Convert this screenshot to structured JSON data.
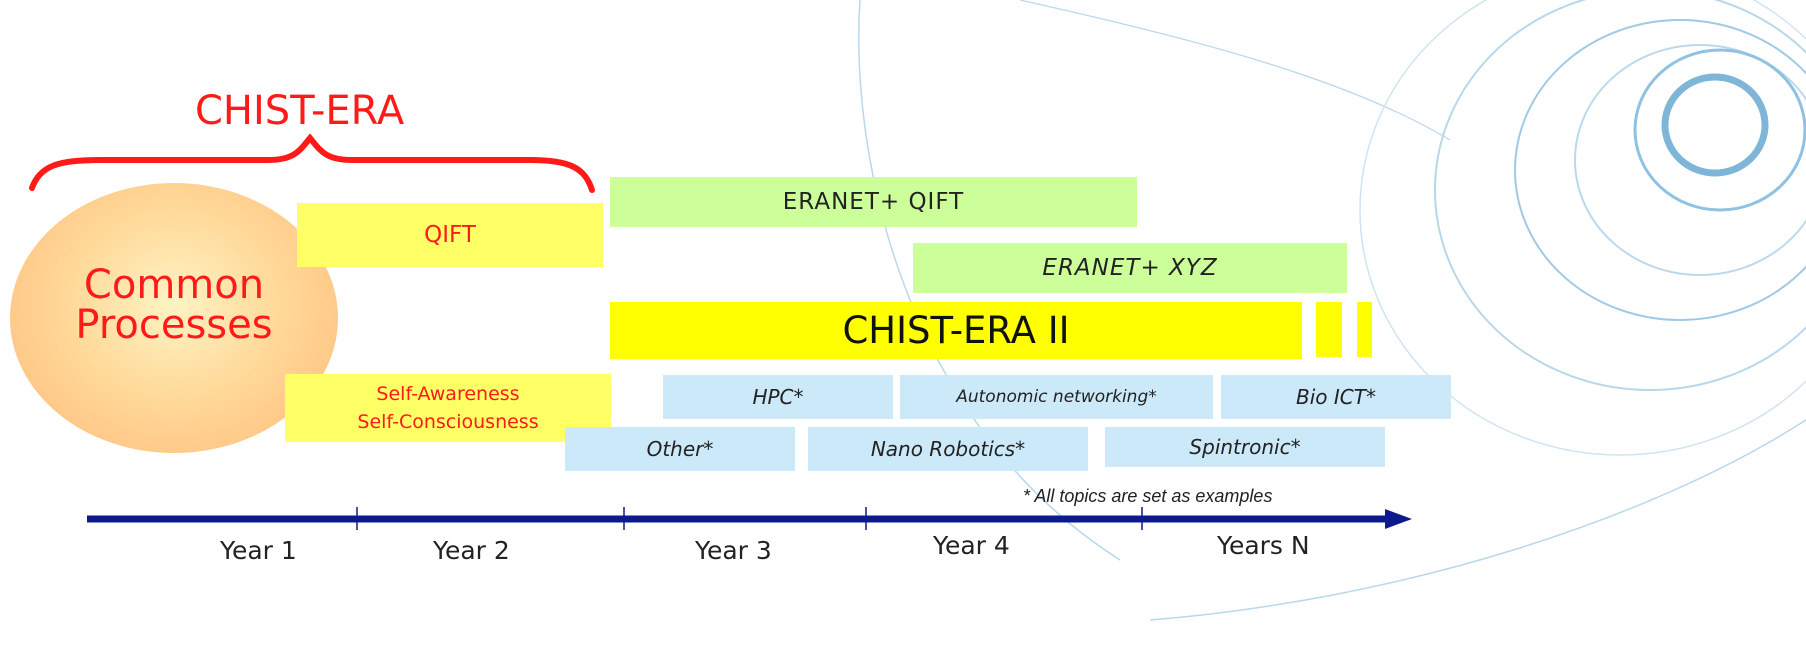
{
  "chist_era_label": "CHIST-ERA",
  "common_processes": {
    "line1": "Common",
    "line2": "Processes"
  },
  "bars": {
    "qift": "QIFT",
    "eranet_qift": "ERANET+ QIFT",
    "eranet_xyz": "ERANET+ XYZ",
    "chist_era_ii": "CHIST-ERA II",
    "self_awareness_line1": "Self-Awareness",
    "self_awareness_line2": "Self-Consciousness"
  },
  "topics": {
    "hpc": "HPC*",
    "autonomic": "Autonomic networking*",
    "bio_ict": "Bio ICT*",
    "other": "Other*",
    "nano": "Nano Robotics*",
    "spintronic": "Spintronic*"
  },
  "footnote": "* All topics are set as examples",
  "timeline": {
    "years": [
      "Year 1",
      "Year 2",
      "Year 3",
      "Year 4",
      "Years N"
    ]
  },
  "colors": {
    "yellow": "#ffff66",
    "bright_yellow": "#ffff00",
    "green": "#ccff99",
    "blue": "#cce9fa",
    "red_text": "#ff1a1a",
    "axis": "#0d1a8c",
    "swirl": "#7fb6d8"
  }
}
